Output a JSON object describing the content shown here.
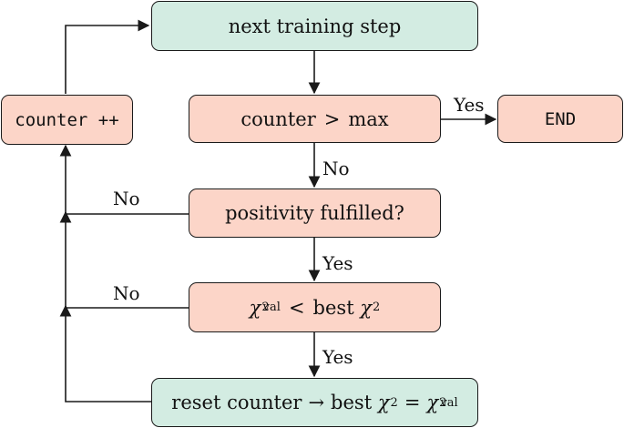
{
  "nodes": {
    "next_step": "next training step",
    "counter_inc": "counter ++",
    "end": "END",
    "counter_check": {
      "left": "counter",
      "rel": ">",
      "right": "max"
    },
    "positivity": "positivity fulfilled?",
    "chi_check": {
      "chi": "χ",
      "sup": "2",
      "sub": "val",
      "rel": "<",
      "right_text": "best ",
      "right_chi": "χ",
      "right_sup": "2"
    },
    "reset": {
      "text": "reset counter",
      "arrow": "→",
      "best": "best ",
      "chi": "χ",
      "sup": "2",
      "eq": "=",
      "chi2": "χ",
      "sup2": "2",
      "sub2": "val"
    }
  },
  "labels": {
    "yes_end": "Yes",
    "no_counter": "No",
    "yes_positivity": "Yes",
    "yes_chi": "Yes",
    "no_positivity": "No",
    "no_chi": "No"
  },
  "colors": {
    "green_fill": "#d3ece2",
    "pink_fill": "#fcd5c8",
    "line": "#1a1a1a"
  }
}
